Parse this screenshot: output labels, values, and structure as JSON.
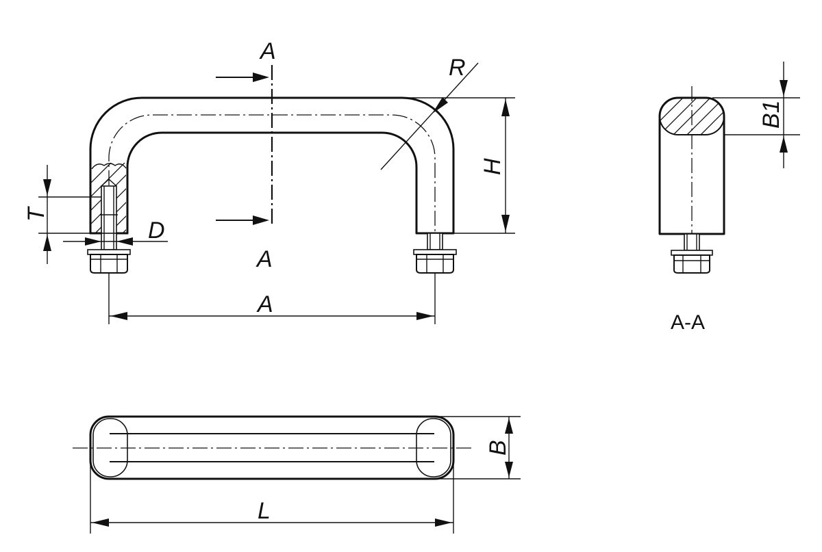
{
  "labels": {
    "section_top": "A",
    "section_bottom": "A",
    "radius": "R",
    "height": "H",
    "thread_depth": "T",
    "diameter": "D",
    "hole_distance": "A",
    "section_view": "A-A",
    "section_width": "B1",
    "width": "B",
    "length": "L"
  },
  "colors": {
    "line": "#111111",
    "background": "#ffffff"
  }
}
